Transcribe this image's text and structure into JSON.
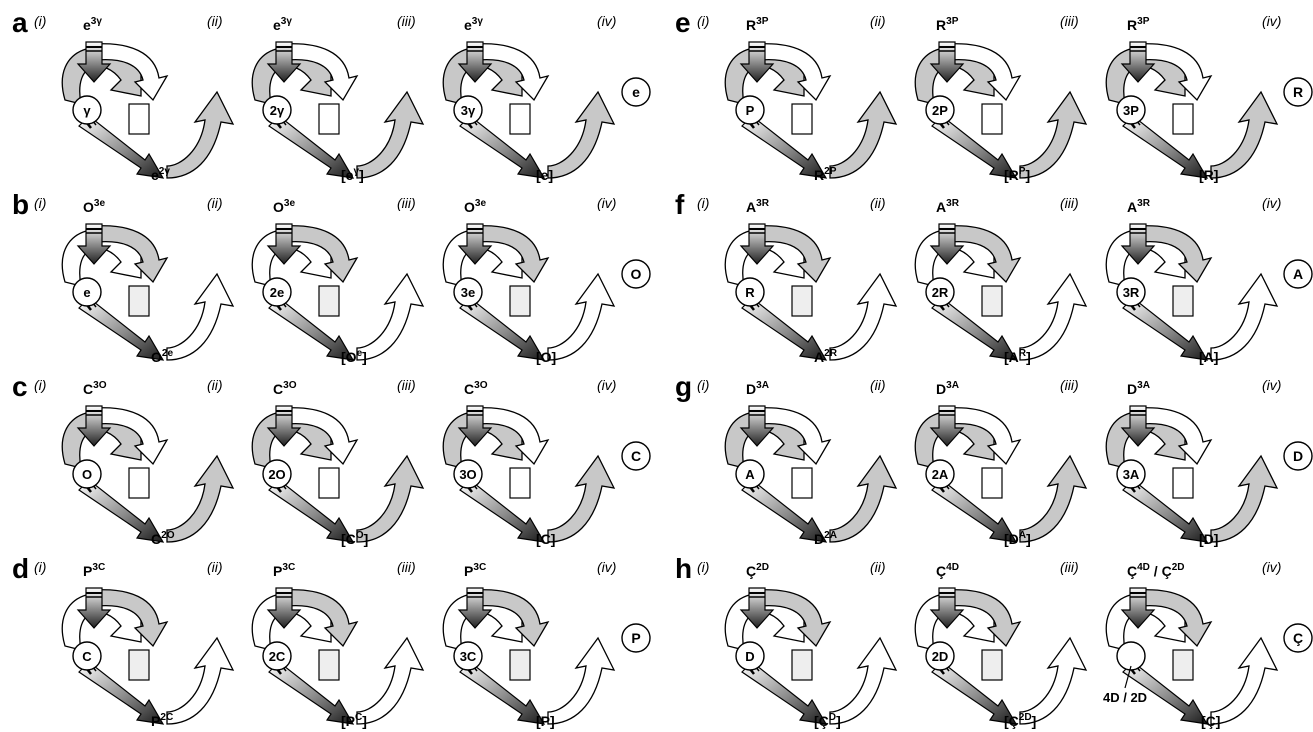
{
  "colors": {
    "ink": "#000000",
    "grey_fill": "#c8c8c8",
    "light_fill": "#eeeeee",
    "white": "#ffffff",
    "dark_arrow": "#3a3a3a"
  },
  "numerals": [
    "(i)",
    "(ii)",
    "(iii)",
    "(iv)"
  ],
  "panels": [
    {
      "letter": "a",
      "style": "grey-right",
      "top": "e",
      "top_sup": "3γ",
      "circles": [
        "γ",
        "2γ",
        "3γ"
      ],
      "bottom": [
        "e",
        "2γ",
        "[e",
        "γ",
        "]",
        "[e]",
        ""
      ],
      "final": "e"
    },
    {
      "letter": "b",
      "style": "grey-left",
      "top": "O",
      "top_sup": "3e",
      "circles": [
        "e",
        "2e",
        "3e"
      ],
      "bottom": [
        "O",
        "2e",
        "[O",
        "e",
        "]",
        "[O]",
        ""
      ],
      "final": "O"
    },
    {
      "letter": "c",
      "style": "grey-right",
      "top": "C",
      "top_sup": "3O",
      "circles": [
        "O",
        "2O",
        "3O"
      ],
      "bottom": [
        "C",
        "2O",
        "[C",
        "O",
        "]",
        "[C]",
        ""
      ],
      "final": "C"
    },
    {
      "letter": "d",
      "style": "grey-left",
      "top": "P",
      "top_sup": "3C",
      "circles": [
        "C",
        "2C",
        "3C"
      ],
      "bottom": [
        "P",
        "2C",
        "[P",
        "C",
        "]",
        "[P]",
        ""
      ],
      "final": "P"
    },
    {
      "letter": "e",
      "style": "grey-right",
      "top": "R",
      "top_sup": "3P",
      "circles": [
        "P",
        "2P",
        "3P"
      ],
      "bottom": [
        "R",
        "2P",
        "[R",
        "P",
        "]",
        "[R]",
        ""
      ],
      "final": "R"
    },
    {
      "letter": "f",
      "style": "grey-left",
      "top": "A",
      "top_sup": "3R",
      "circles": [
        "R",
        "2R",
        "3R"
      ],
      "bottom": [
        "A",
        "2R",
        "[A",
        "R",
        "]",
        "[A]",
        ""
      ],
      "final": "A"
    },
    {
      "letter": "g",
      "style": "grey-right",
      "top": "D",
      "top_sup": "3A",
      "circles": [
        "A",
        "2A",
        "3A"
      ],
      "bottom": [
        "D",
        "2A",
        "[D",
        "A",
        "]",
        "[D]",
        ""
      ],
      "final": "D"
    },
    {
      "letter": "h",
      "style": "grey-left",
      "top": "Ç",
      "top_sup": "2D",
      "circles": [
        "D",
        "2D",
        ""
      ],
      "bottom": [
        "[Ç",
        "D",
        "]",
        "[Ç",
        "2D",
        "]",
        "[Ç]"
      ],
      "final": "Ç",
      "h_top2": "Ç",
      "h_top2_sup": "4D",
      "h_top3": "Ç",
      "h_top3_sup": "4D",
      "h_top3b": "Ç",
      "h_top3b_sup": "2D",
      "h_callout": "4D / 2D"
    }
  ]
}
